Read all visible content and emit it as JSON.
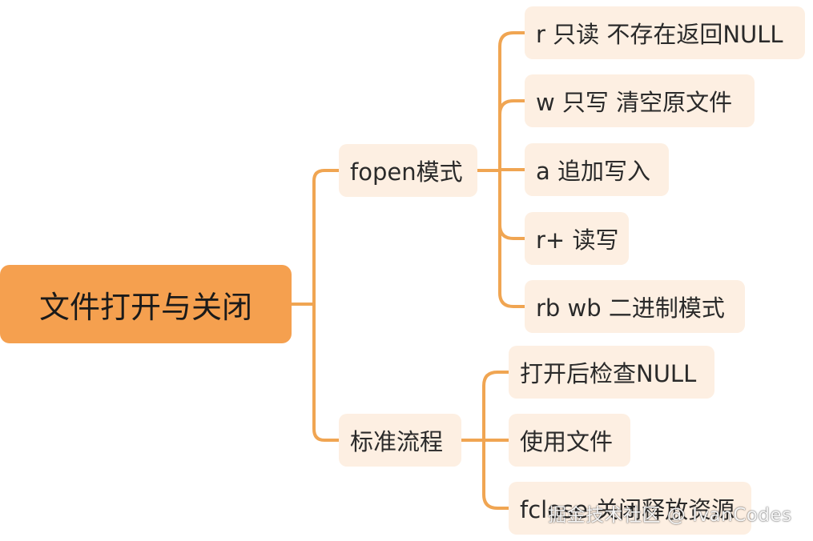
{
  "colors": {
    "root_fill": "#f5a04f",
    "node_fill": "#fdefe2",
    "connector": "#f0a552"
  },
  "root": {
    "label": "文件打开与关闭"
  },
  "branches": [
    {
      "label": "fopen模式",
      "children": [
        {
          "label": "r 只读 不存在返回NULL"
        },
        {
          "label": "w 只写 清空原文件"
        },
        {
          "label": "a 追加写入"
        },
        {
          "label": "r+ 读写"
        },
        {
          "label": "rb wb 二进制模式"
        }
      ]
    },
    {
      "label": "标准流程",
      "children": [
        {
          "label": "打开后检查NULL"
        },
        {
          "label": "使用文件"
        },
        {
          "label": "fclose 关闭释放资源"
        }
      ]
    }
  ],
  "watermark": "掘金技术社区 @ IvanCodes"
}
